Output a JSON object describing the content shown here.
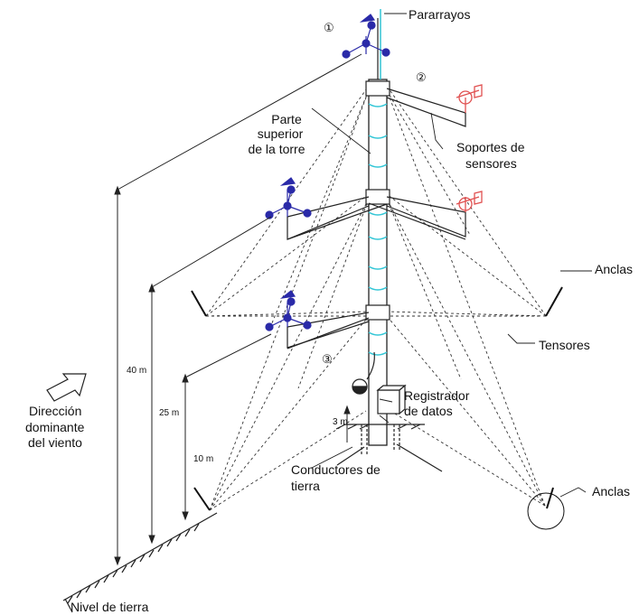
{
  "labels": {
    "lightning_rod": "Pararrayos",
    "tower_top_1": "Parte",
    "tower_top_2": "superior",
    "tower_top_3": "de la torre",
    "sensor_supports_1": "Soportes de",
    "sensor_supports_2": "sensores",
    "anchors_top": "Anclas",
    "anchors_bottom": "Anclas",
    "guy_wires": "Tensores",
    "wind_dir_1": "Dirección",
    "wind_dir_2": "dominante",
    "wind_dir_3": "del viento",
    "logger_1": "Registrador",
    "logger_2": "de datos",
    "ground_conductors_1": "Conductores de",
    "ground_conductors_2": "tierra",
    "ground_level": "Nivel de tierra",
    "dim_40": "40  m",
    "dim_25": "25  m",
    "dim_10": "10  m",
    "dim_3": "3  m",
    "marker_1": "①",
    "marker_2": "②",
    "marker_3": "③"
  },
  "colors": {
    "line": "#222222",
    "guy_wire": "#333333",
    "sensor_blue": "#2a2aa8",
    "sensor_red": "#e05050",
    "cyan": "#33c6d6"
  }
}
